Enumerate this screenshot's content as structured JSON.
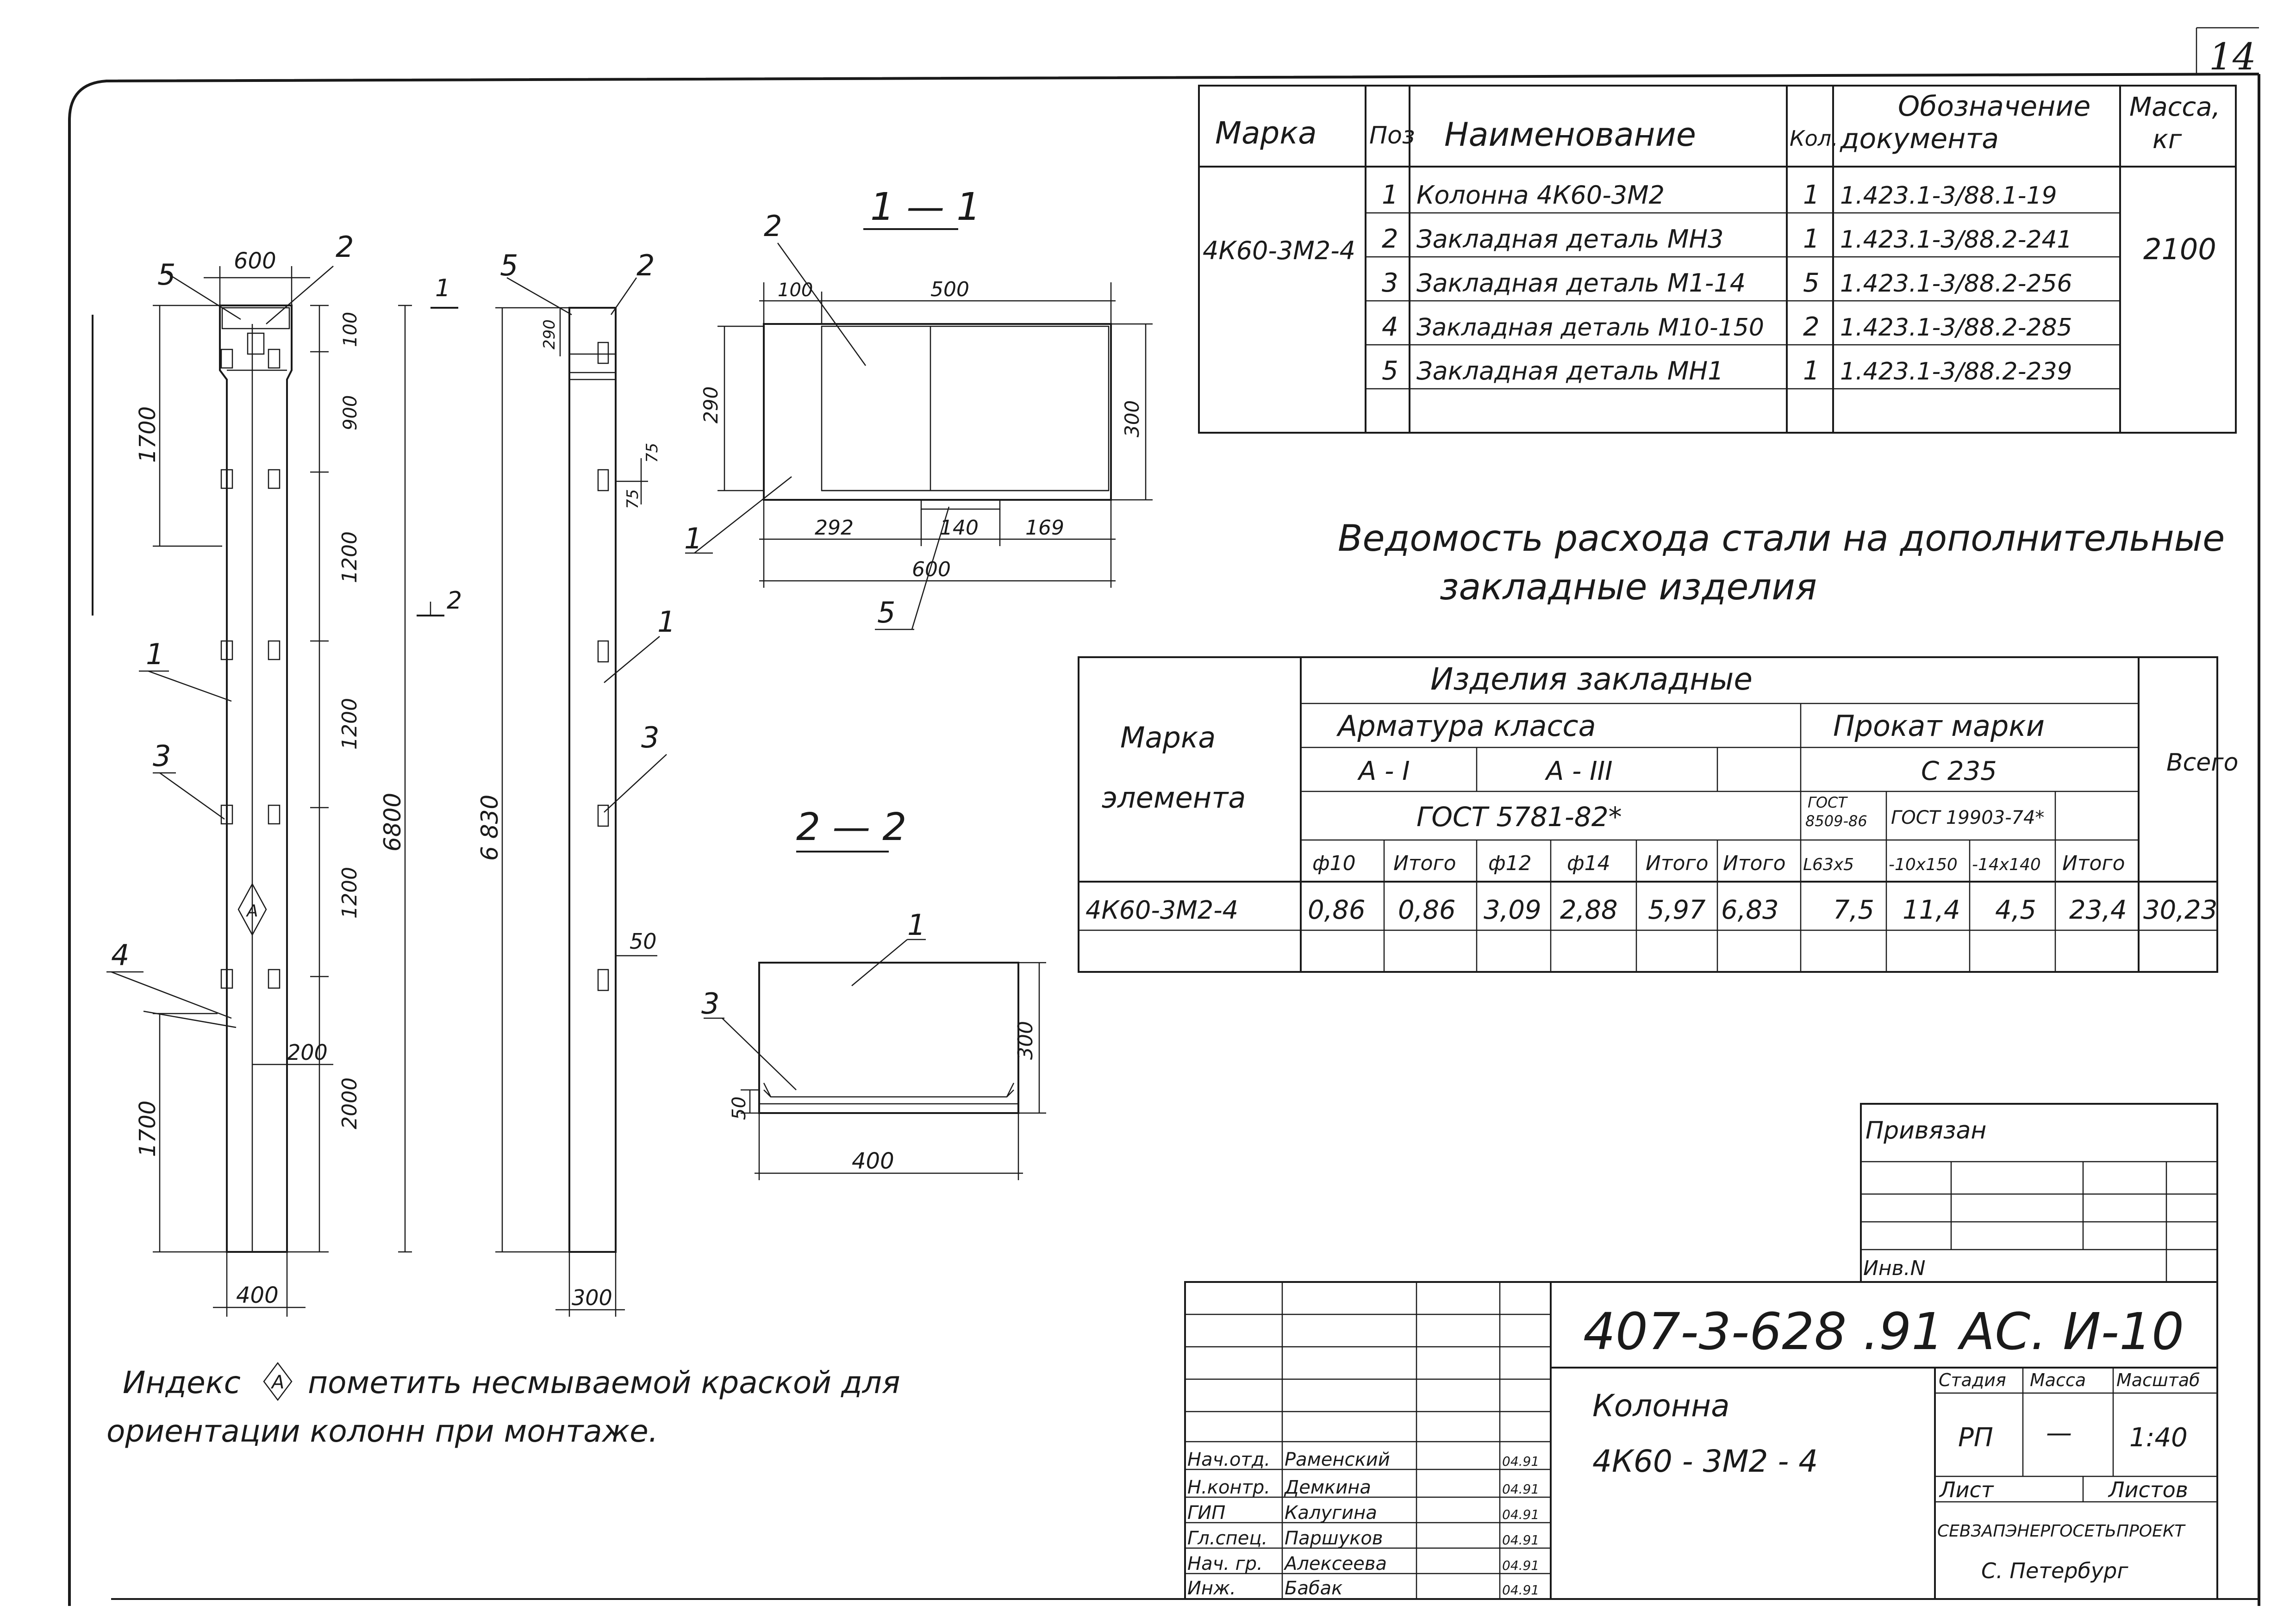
{
  "sheet_number": "14",
  "spec_table": {
    "headers": {
      "mark": "Марка",
      "pos": "Поз",
      "name": "Наименование",
      "qty": "Кол.",
      "doc": [
        "Обозначение",
        "документа"
      ],
      "mass": [
        "Масса,",
        "кг"
      ]
    },
    "mark": "4К60-3М2-4",
    "mass": "2100",
    "rows": [
      {
        "pos": "1",
        "name": "Колонна  4К60-3М2",
        "qty": "1",
        "doc": "1.423.1-3/88.1-19"
      },
      {
        "pos": "2",
        "name": "Закладная деталь МН3",
        "qty": "1",
        "doc": "1.423.1-3/88.2-241"
      },
      {
        "pos": "3",
        "name": "Закладная деталь М1-14",
        "qty": "5",
        "doc": "1.423.1-3/88.2-256"
      },
      {
        "pos": "4",
        "name": "Закладная деталь М10-150",
        "qty": "2",
        "doc": "1.423.1-3/88.2-285"
      },
      {
        "pos": "5",
        "name": "Закладная деталь МН1",
        "qty": "1",
        "doc": "1.423.1-3/88.2-239"
      }
    ]
  },
  "steel_title": [
    "Ведомость расхода стали на дополнительные",
    "закладные изделия"
  ],
  "steel_table": {
    "mark_header": [
      "Марка",
      "элемента"
    ],
    "group_header": "Изделия   закладные",
    "rebar_header": "Арматура   класса",
    "rolled_header": "Прокат   марки",
    "rolled_grade": "С 235",
    "total_header": "Всего",
    "class_a1": "А - I",
    "class_a3": "А - III",
    "gost_rebar": "ГОСТ  5781-82*",
    "gost_8509": [
      "ГОСТ",
      "8509-86"
    ],
    "gost_19903": "ГОСТ 19903-74*",
    "sub_headers": [
      "ф10",
      "Итого",
      "ф12",
      "ф14",
      "Итого",
      "Итого",
      "L63x5",
      "-10x150",
      "-14x140",
      "Итого"
    ],
    "row": {
      "mark": "4К60-3М2-4",
      "values": [
        "0,86",
        "0,86",
        "3,09",
        "2,88",
        "5,97",
        "6,83",
        "7,5",
        "11,4",
        "4,5",
        "23,4",
        "30,23"
      ]
    }
  },
  "sections": {
    "s11": "1 — 1",
    "s22": "2 — 2",
    "marker1": "1",
    "marker2": "2"
  },
  "elevation": {
    "dims": {
      "w600": "600",
      "d100": "100",
      "d900": "900",
      "d1200a": "1200",
      "d1200b": "1200",
      "d1200c": "1200",
      "d2000": "2000",
      "d1700top": "1700",
      "d1700bot": "1700",
      "d6800": "6800",
      "w400": "400",
      "w200": "200"
    },
    "callouts": {
      "c5": "5",
      "c2": "2",
      "c1": "1",
      "c3": "3",
      "c4": "4"
    },
    "index_mark": "А"
  },
  "side_view": {
    "dims": {
      "d290": "290",
      "d75a": "75",
      "d75b": "75",
      "d50": "50",
      "d6830": "6 830",
      "w300": "300"
    },
    "callouts": {
      "c5": "5",
      "c2": "2",
      "c1": "1",
      "c3": "3"
    }
  },
  "section11": {
    "dims": {
      "d100": "100",
      "d500": "500",
      "d290": "290",
      "d300": "300",
      "d292": "292",
      "d140": "140",
      "d169": "169",
      "d600": "600"
    },
    "callouts": {
      "c2": "2",
      "c1": "1",
      "c5": "5"
    }
  },
  "section22": {
    "dims": {
      "d300": "300",
      "d50": "50",
      "d400": "400"
    },
    "callouts": {
      "c1": "1",
      "c3": "3"
    }
  },
  "note": [
    "Индекс",
    "пометить  несмываемой краской  для",
    "ориентации  колонн  при  монтаже."
  ],
  "note_index": "А",
  "binding_block": {
    "title": "Привязан",
    "inv": "Инв.N"
  },
  "title_block": {
    "code": "407-3-628  .91    АС. И-10",
    "object": [
      "Колонна",
      "4К60 - 3М2 - 4"
    ],
    "stage_header": "Стадия",
    "mass_header": "Масса",
    "scale_header": "Масштаб",
    "stage": "РП",
    "mass": "—",
    "scale": "1:40",
    "sheet_label": "Лист",
    "sheets_label": "Листов",
    "org": [
      "СЕВЗАПЭНЕРГОСЕТЬПРОЕКТ",
      "С. Петербург"
    ],
    "signers": [
      {
        "role": "Нач.отд.",
        "name": "Раменский",
        "date": "04.91"
      },
      {
        "role": "Н.контр.",
        "name": "Демкина",
        "date": "04.91"
      },
      {
        "role": "ГИП",
        "name": "Калугина",
        "date": "04.91"
      },
      {
        "role": "Гл.спец.",
        "name": "Паршуков",
        "date": "04.91"
      },
      {
        "role": "Нач. гр.",
        "name": "Алексеева",
        "date": "04.91"
      },
      {
        "role": "Инж.",
        "name": "Бабак",
        "date": "04.91"
      }
    ]
  }
}
